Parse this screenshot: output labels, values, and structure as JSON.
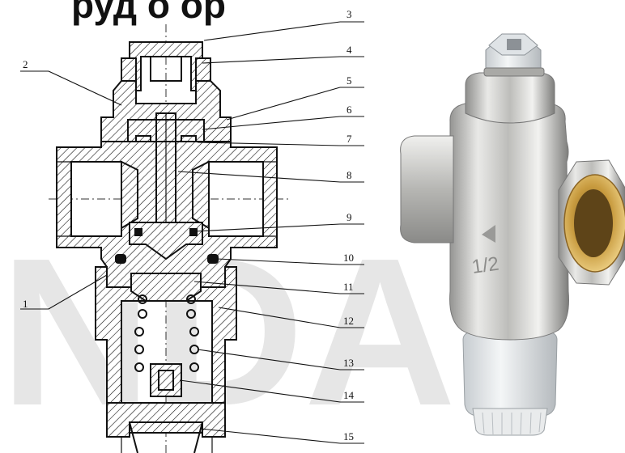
{
  "title_fragment": "руд    о   ор",
  "watermark_text": "NDA",
  "callouts": [
    {
      "label": "1"
    },
    {
      "label": "2"
    },
    {
      "label": "3"
    },
    {
      "label": "4"
    },
    {
      "label": "5"
    },
    {
      "label": "6"
    },
    {
      "label": "7"
    },
    {
      "label": "8"
    },
    {
      "label": "9"
    },
    {
      "label": "10"
    },
    {
      "label": "11"
    },
    {
      "label": "12"
    },
    {
      "label": "13"
    },
    {
      "label": "14"
    },
    {
      "label": "15"
    }
  ],
  "product_photo": {
    "marking_text": "1/2",
    "body_color": "#c9c9c6",
    "brass_color": "#c79a3e",
    "cap_color": "#d6dbe0"
  }
}
